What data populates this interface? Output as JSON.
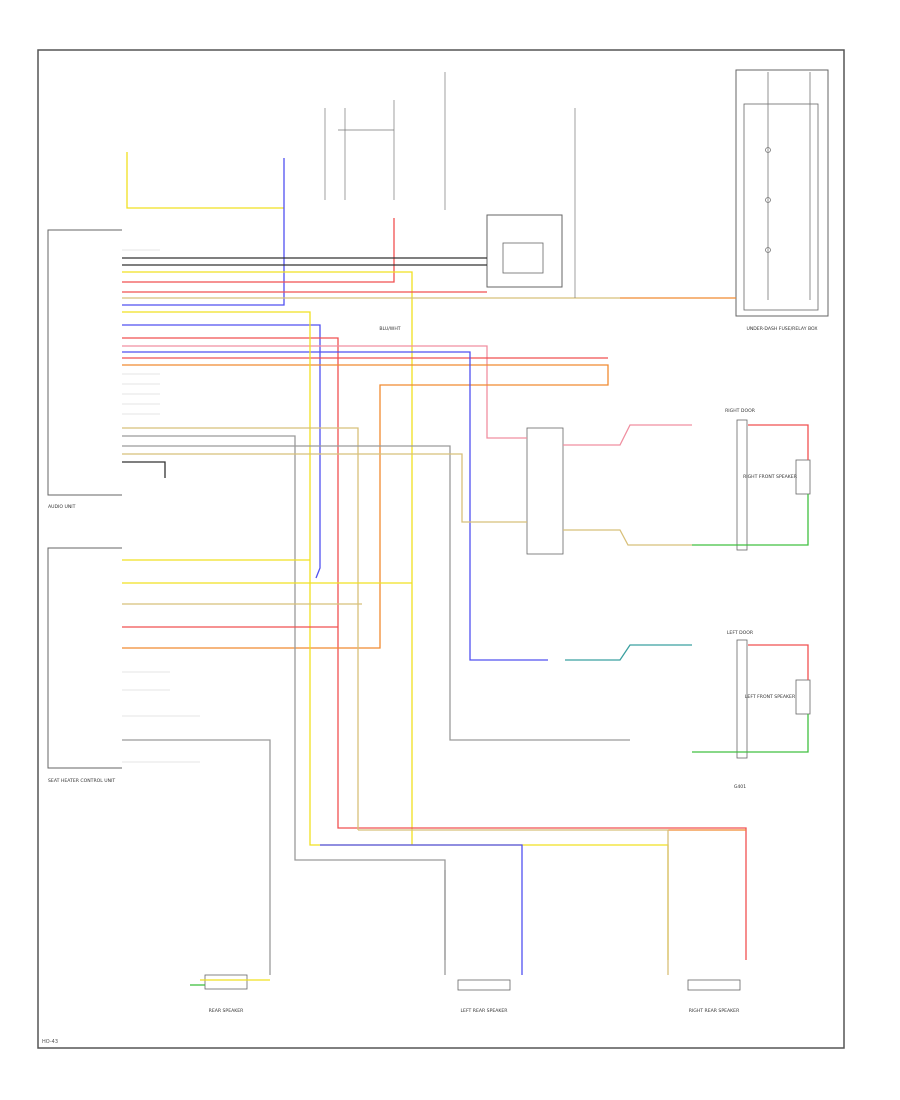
{
  "colors": {
    "frame": "#555555",
    "box": "#666666",
    "thin": "#777777",
    "yellow": "#f0e020",
    "red": "#f05050",
    "pink": "#f08fa0",
    "blue": "#5050f0",
    "tan": "#d8c07a",
    "orange": "#f08a30",
    "green": "#40c040",
    "gray": "#9a9a9a",
    "dark": "#333333",
    "light": "#cccccc",
    "teal": "#3aa0a0"
  },
  "labels": {
    "mid_wire": "BLU/WHT",
    "left_unit": "AUDIO UNIT",
    "lower_unit": "SEAT HEATER CONTROL UNIT",
    "under_dash": "UNDER-DASH FUSE/RELAY BOX",
    "door_gnd": "G401",
    "front_speaker": "RIGHT FRONT SPEAKER",
    "front_door": "RIGHT DOOR",
    "rear_speaker": "LEFT FRONT SPEAKER",
    "rear_door": "LEFT DOOR",
    "bot_left": "REAR SPEAKER",
    "bot_mid": "LEFT REAR SPEAKER",
    "bot_right": "RIGHT REAR SPEAKER",
    "footer": "HO-43"
  }
}
